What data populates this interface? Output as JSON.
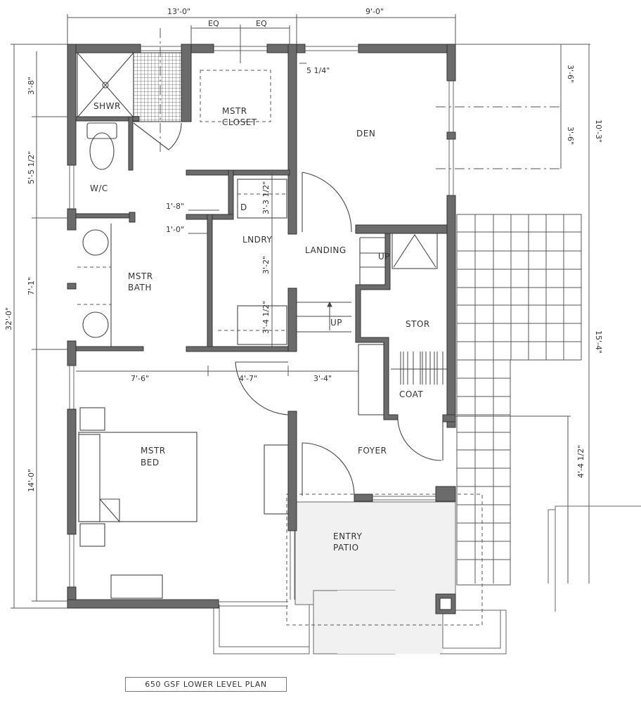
{
  "plan": {
    "title": "650 GSF LOWER LEVEL PLAN",
    "colors": {
      "wall_fill": "#6b6b6b",
      "line": "#444444",
      "paper": "#ffffff",
      "patio_stipple": "#f2f2f2"
    }
  },
  "rooms": {
    "shower": "SHWR",
    "wc": "W/C",
    "master_closet_1": "MSTR",
    "master_closet_2": "CLOSET",
    "den": "DEN",
    "dryer": "D",
    "laundry": "LNDRY",
    "landing": "LANDING",
    "master_bath_1": "MSTR",
    "master_bath_2": "BATH",
    "stair_up_1": "UP",
    "stair_up_2": "UP",
    "storage": "STOR",
    "coat": "COAT",
    "foyer": "FOYER",
    "master_bed_1": "MSTR",
    "master_bed_2": "BED",
    "entry_patio_1": "ENTRY",
    "entry_patio_2": "PATIO"
  },
  "dimensions": {
    "top_overall_left": "13'-0\"",
    "top_overall_right": "9'-0\"",
    "top_eq_1": "EQ",
    "top_eq_2": "EQ",
    "den_offset": "5 1/4\"",
    "left_overall": "32'-0\"",
    "left_shower": "3'-8\"",
    "left_wc": "5'-5 1/2\"",
    "left_bath": "7'-1\"",
    "left_bed": "14'-0\"",
    "closet_1_8": "1'-8\"",
    "closet_1_0": "1'-0\"",
    "laundry_3_3": "3'-3 1/2\"",
    "laundry_3_2": "3'-2\"",
    "laundry_3_4": "3'-4 1/2\"",
    "mid_7_6": "7'-6\"",
    "mid_4_7": "4'-7\"",
    "mid_3_4": "3'-4\"",
    "right_den_1": "3'-6\"",
    "right_den_2": "3'-6\"",
    "right_den_total": "10'-3\"",
    "right_lower_total": "15'-4\"",
    "right_foyer": "4'-4 1/2\""
  }
}
